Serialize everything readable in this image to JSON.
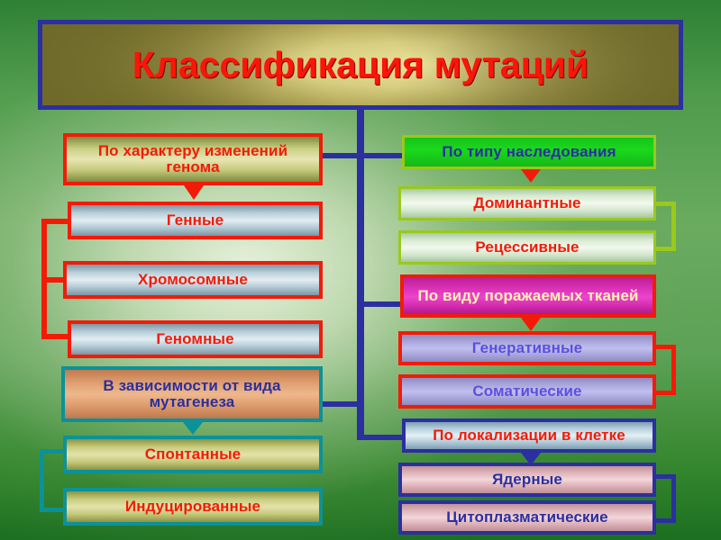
{
  "title": {
    "text": "Классификация мутаций"
  },
  "branches": [
    {
      "id": "genome-change",
      "header": "По характеру изменений генома",
      "items": [
        "Генные",
        "Хромосомные",
        "Геномные"
      ],
      "accent": "#f21b08"
    },
    {
      "id": "mutagenesis-type",
      "header": "В зависимости от вида мутагенеза",
      "items": [
        "Спонтанные",
        "Индуцированные"
      ],
      "accent": "#0b9299"
    },
    {
      "id": "inheritance-type",
      "header": "По типу наследования",
      "items": [
        "Доминантные",
        "Рецессивные"
      ],
      "accent": "#9ac81c"
    },
    {
      "id": "affected-tissue",
      "header": "По виду поражаемых тканей",
      "items": [
        "Генеративные",
        "Соматические"
      ],
      "accent": "#f21b08"
    },
    {
      "id": "cell-localization",
      "header": "По локализации в клетке",
      "items": [
        "Ядерные",
        "Цитоплазматические"
      ],
      "accent": "#2b2fa0"
    }
  ],
  "colors": {
    "title_text": "#fc1508",
    "title_border": "#2b2fa0",
    "trunk": "#2b2fa0",
    "background_dark": "#1d7a2a",
    "background_light": "#eef5e1"
  }
}
